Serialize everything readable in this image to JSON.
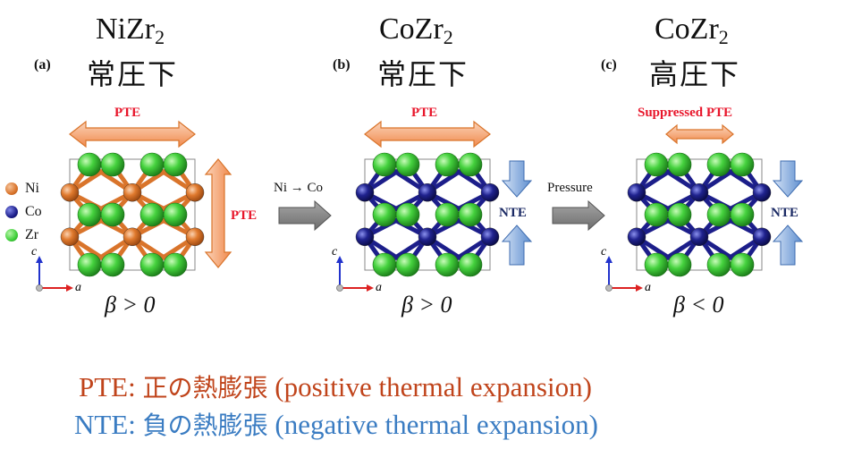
{
  "panels": [
    {
      "label": "(a)",
      "formula_main": "NiZr",
      "formula_sub": "2",
      "condition": "常圧下",
      "beta": "β > 0"
    },
    {
      "label": "(b)",
      "formula_main": "CoZr",
      "formula_sub": "2",
      "condition": "常圧下",
      "beta": "β > 0"
    },
    {
      "label": "(c)",
      "formula_main": "CoZr",
      "formula_sub": "2",
      "condition": "高圧下",
      "beta": "β < 0"
    }
  ],
  "legend": [
    {
      "label": "Ni",
      "color": "#d9742b"
    },
    {
      "label": "Co",
      "color": "#1c1e8a"
    },
    {
      "label": "Zr",
      "color": "#3fcf3a"
    }
  ],
  "labels": {
    "pte": "PTE",
    "suppressed_pte": "Suppressed PTE",
    "nte": "NTE",
    "ni_to_co": "Ni → Co",
    "pressure": "Pressure",
    "axis_c": "c",
    "axis_a": "a"
  },
  "definitions": {
    "pte_abbr": "PTE:",
    "pte_jp": "正の熱膨張",
    "pte_en": "(positive thermal expansion)",
    "nte_abbr": "NTE:",
    "nte_jp": "負の熱膨張",
    "nte_en": "(negative thermal expansion)"
  },
  "colors": {
    "pte_arrow": "#f2a06f",
    "nte_arrow": "#7fa6d8",
    "process_arrow": "#808080",
    "pte_text": "#c0441b",
    "nte_text": "#3a7cc2",
    "label_red": "#e8162b"
  }
}
